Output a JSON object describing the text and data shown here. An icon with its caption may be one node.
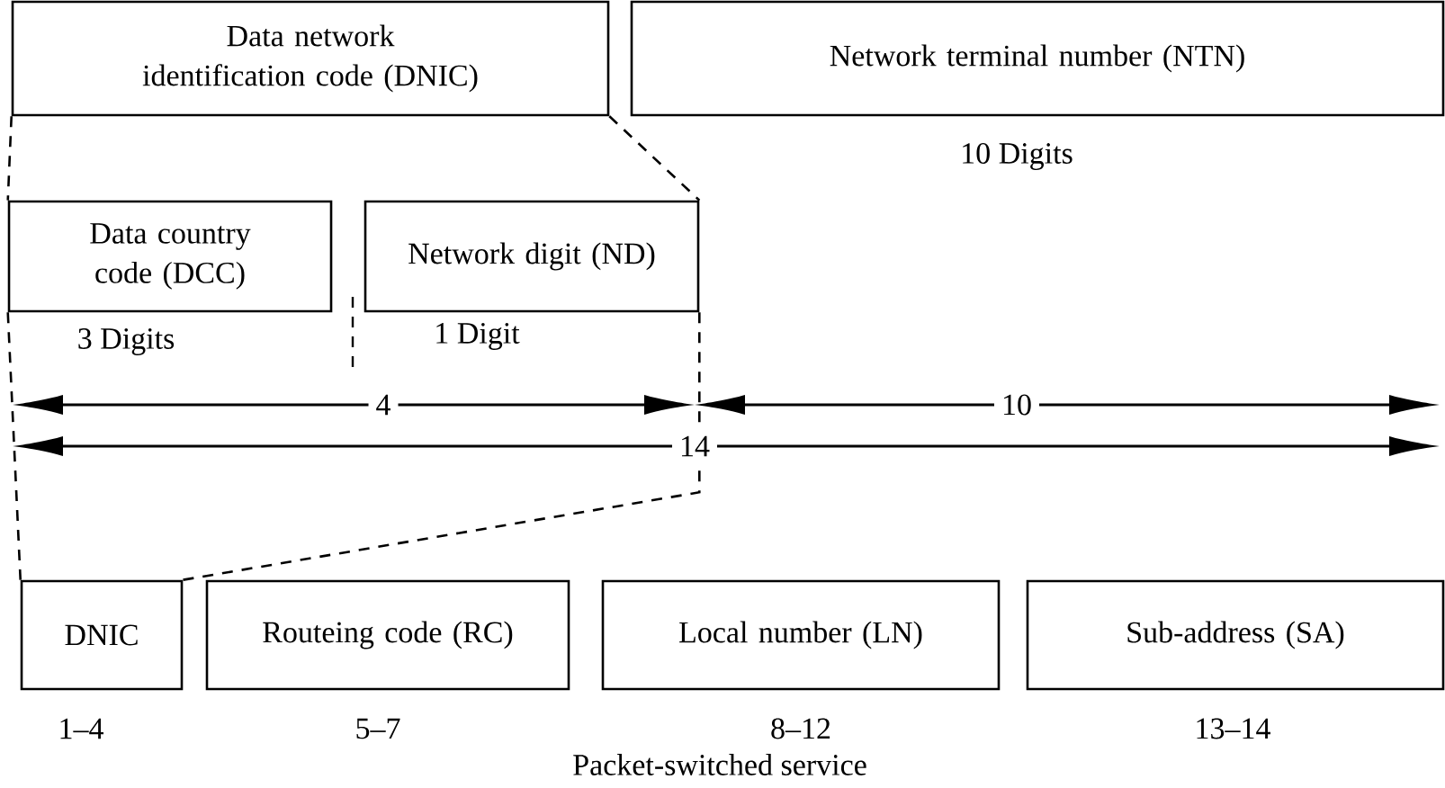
{
  "diagram": {
    "caption": "Packet-switched service",
    "nodes": [
      {
        "text": [
          "Data network identification code (DNIC)"
        ]
      },
      {
        "text": [
          "Network terminal number (NTN)"
        ],
        "beside": [
          "10 Digits"
        ]
      },
      {
        "text": [
          "Data country code (DCC)"
        ],
        "beside": [
          "3 Digits"
        ]
      },
      {
        "text": [
          "Network digit (ND)"
        ],
        "beside": [
          "1 Digit"
        ]
      },
      {
        "text": [
          "DNIC"
        ],
        "beside": [
          "1–4"
        ]
      },
      {
        "text": [
          "Routeing code (RC)"
        ],
        "beside": [
          "5–7"
        ]
      },
      {
        "text": [
          "Local number (LN)"
        ],
        "beside": [
          "8–12"
        ]
      },
      {
        "text": [
          "Sub-address (SA)"
        ],
        "beside": [
          "13–14"
        ]
      }
    ],
    "edges": [
      {
        "from": 0,
        "to": 2,
        "arrow": "none",
        "style": "dashed"
      },
      {
        "from": 0,
        "to": 3,
        "arrow": "none",
        "style": "dashed"
      },
      {
        "from": 2,
        "to": 4,
        "arrow": "none",
        "style": "dashed"
      },
      {
        "from": 3,
        "to": 4,
        "arrow": "none",
        "style": "dashed"
      }
    ],
    "labels": [
      "4",
      "10",
      "14"
    ]
  }
}
